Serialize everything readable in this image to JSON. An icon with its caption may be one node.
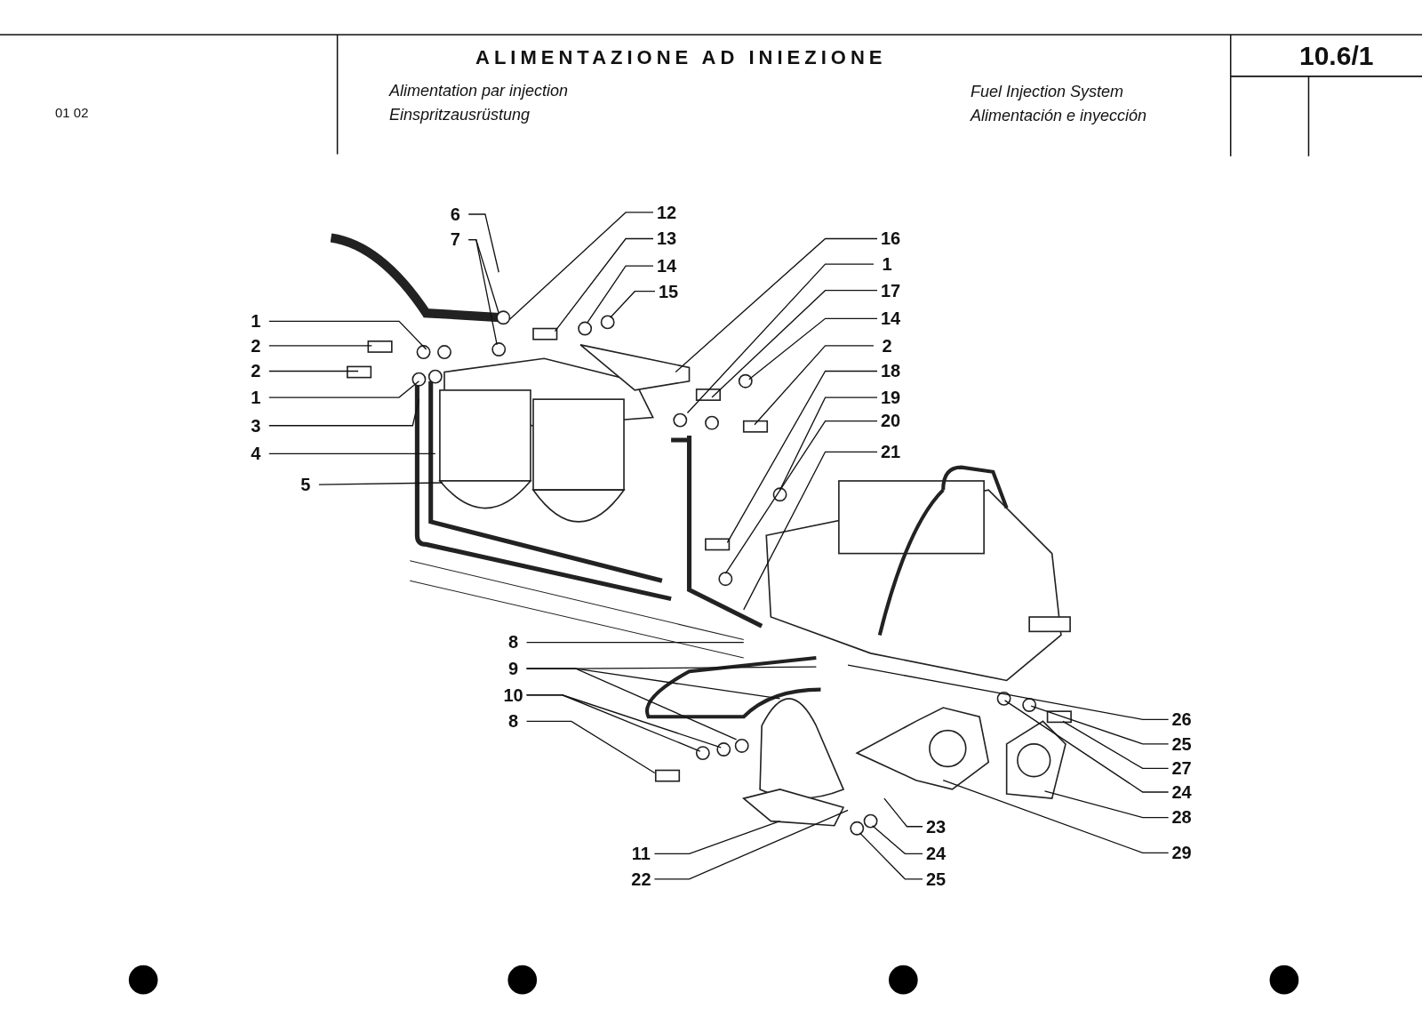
{
  "diagram": {
    "title": "ALIMENTAZIONE AD INIEZIONE",
    "nodes": [
      {
        "text": [
          "1"
        ]
      },
      {
        "text": [
          "2"
        ]
      },
      {
        "text": [
          "2"
        ]
      },
      {
        "text": [
          "1"
        ]
      },
      {
        "text": [
          "3"
        ]
      },
      {
        "text": [
          "4"
        ]
      },
      {
        "text": [
          "5"
        ]
      },
      {
        "text": [
          "6"
        ]
      },
      {
        "text": [
          "7"
        ]
      },
      {
        "text": [
          "12"
        ]
      },
      {
        "text": [
          "13"
        ]
      },
      {
        "text": [
          "14"
        ]
      },
      {
        "text": [
          "15"
        ]
      },
      {
        "text": [
          "16"
        ]
      },
      {
        "text": [
          "1"
        ]
      },
      {
        "text": [
          "17"
        ]
      },
      {
        "text": [
          "14"
        ]
      },
      {
        "text": [
          "2"
        ]
      },
      {
        "text": [
          "18"
        ]
      },
      {
        "text": [
          "19"
        ]
      },
      {
        "text": [
          "20"
        ]
      },
      {
        "text": [
          "21"
        ]
      },
      {
        "text": [
          "8"
        ]
      },
      {
        "text": [
          "9"
        ]
      },
      {
        "text": [
          "10"
        ]
      },
      {
        "text": [
          "8"
        ]
      },
      {
        "text": [
          "26"
        ]
      },
      {
        "text": [
          "25"
        ]
      },
      {
        "text": [
          "27"
        ]
      },
      {
        "text": [
          "24"
        ]
      },
      {
        "text": [
          "28"
        ]
      },
      {
        "text": [
          "29"
        ]
      },
      {
        "text": [
          "23"
        ]
      },
      {
        "text": [
          "24"
        ]
      },
      {
        "text": [
          "25"
        ]
      },
      {
        "text": [
          "11"
        ]
      },
      {
        "text": [
          "22"
        ]
      }
    ],
    "edges": [
      {
        "from": 0,
        "to": null,
        "arrow": "none"
      },
      {
        "from": 1,
        "to": null,
        "arrow": "none"
      },
      {
        "from": 2,
        "to": null,
        "arrow": "none"
      },
      {
        "from": 3,
        "to": null,
        "arrow": "none"
      },
      {
        "from": 4,
        "to": null,
        "arrow": "none"
      },
      {
        "from": 5,
        "to": null,
        "arrow": "none"
      },
      {
        "from": 6,
        "to": null,
        "arrow": "none"
      },
      {
        "from": 7,
        "to": null,
        "arrow": "none"
      },
      {
        "from": 8,
        "to": null,
        "arrow": "none"
      },
      {
        "from": 8,
        "to": null,
        "arrow": "none"
      },
      {
        "from": 9,
        "to": null,
        "arrow": "none"
      },
      {
        "from": 10,
        "to": null,
        "arrow": "none"
      },
      {
        "from": 11,
        "to": null,
        "arrow": "none"
      },
      {
        "from": 12,
        "to": null,
        "arrow": "none"
      },
      {
        "from": 13,
        "to": null,
        "arrow": "none"
      },
      {
        "from": 14,
        "to": null,
        "arrow": "none"
      },
      {
        "from": 15,
        "to": null,
        "arrow": "none"
      },
      {
        "from": 16,
        "to": null,
        "arrow": "none"
      },
      {
        "from": 17,
        "to": null,
        "arrow": "none"
      },
      {
        "from": 18,
        "to": null,
        "arrow": "none"
      },
      {
        "from": 19,
        "to": null,
        "arrow": "none"
      },
      {
        "from": 20,
        "to": null,
        "arrow": "none"
      },
      {
        "from": 21,
        "to": null,
        "arrow": "none"
      },
      {
        "from": 22,
        "to": null,
        "arrow": "none"
      },
      {
        "from": 23,
        "to": null,
        "arrow": "none"
      },
      {
        "from": 23,
        "to": null,
        "arrow": "none"
      },
      {
        "from": 23,
        "to": null,
        "arrow": "none"
      },
      {
        "from": 24,
        "to": null,
        "arrow": "none"
      },
      {
        "from": 24,
        "to": null,
        "arrow": "none"
      },
      {
        "from": 25,
        "to": null,
        "arrow": "none"
      },
      {
        "from": 26,
        "to": null,
        "arrow": "none"
      },
      {
        "from": 27,
        "to": null,
        "arrow": "none"
      },
      {
        "from": 28,
        "to": null,
        "arrow": "none"
      },
      {
        "from": 29,
        "to": null,
        "arrow": "none"
      },
      {
        "from": 30,
        "to": null,
        "arrow": "none"
      },
      {
        "from": 31,
        "to": null,
        "arrow": "none"
      },
      {
        "from": 32,
        "to": null,
        "arrow": "none"
      },
      {
        "from": 33,
        "to": null,
        "arrow": "none"
      },
      {
        "from": 34,
        "to": null,
        "arrow": "none"
      },
      {
        "from": 35,
        "to": null,
        "arrow": "none"
      },
      {
        "from": 36,
        "to": null,
        "arrow": "none"
      }
    ],
    "labels": [
      "01 02",
      "Alimentation par injection",
      "Einspritzausrüstung",
      "Fuel Injection System",
      "Alimentación e inyección",
      "10.6/1"
    ]
  }
}
